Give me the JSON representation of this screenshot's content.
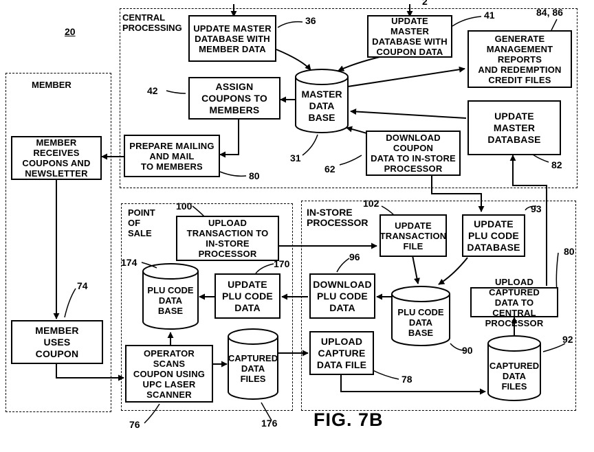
{
  "figure": {
    "label": "FIG. 7B",
    "number": "20"
  },
  "regions": {
    "member": "MEMBER",
    "central": "CENTRAL\nPROCESSING",
    "pos": "POINT\nOF\nSALE",
    "instore": "IN-STORE\nPROCESSOR"
  },
  "boxes": {
    "update_member": "UPDATE MASTER\nDATABASE WITH\nMEMBER DATA",
    "update_coupon": "UPDATE MASTER\nDATABASE WITH\nCOUPON DATA",
    "gen_reports": "GENERATE\nMANAGEMENT REPORTS\nAND REDEMPTION\nCREDIT FILES",
    "assign": "ASSIGN\nCOUPONS TO\nMEMBERS",
    "update_master": "UPDATE\nMASTER\nDATABASE",
    "download_coupon": "DOWNLOAD COUPON\nDATA TO IN-STORE\nPROCESSOR",
    "prepare": "PREPARE MAILING\nAND MAIL\nTO MEMBERS",
    "member_receives": "MEMBER RECEIVES\nCOUPONS AND\nNEWSLETTER",
    "upload_txn": "UPLOAD\nTRANSACTION TO\nIN-STORE PROCESSOR",
    "update_txn_file": "UPDATE\nTRANSACTION\nFILE",
    "update_plu_db": "UPDATE\nPLU CODE\nDATABASE",
    "update_plu_data": "UPDATE\nPLU CODE\nDATA",
    "download_plu": "DOWNLOAD\nPLU CODE\nDATA",
    "upload_captured": "UPLOAD CAPTURED\nDATA TO CENTRAL\nPROCESSOR",
    "member_uses": "MEMBER\nUSES\nCOUPON",
    "operator_scans": "OPERATOR SCANS\nCOUPON USING\nUPC LASER\nSCANNER",
    "upload_capture_file": "UPLOAD\nCAPTURE\nDATA FILE"
  },
  "cylinders": {
    "master_db": "MASTER\nDATA\nBASE",
    "plu_pos": "PLU CODE\nDATA\nBASE",
    "captured_pos": "CAPTURED\nDATA\nFILES",
    "plu_instore": "PLU CODE\nDATA\nBASE",
    "captured_instore": "CAPTURED\nDATA\nFILES"
  },
  "refs": {
    "r36": "36",
    "r41": "41",
    "r8486": "84, 86",
    "r42": "42",
    "r31": "31",
    "r62": "62",
    "r80a": "80",
    "r82": "82",
    "r100": "100",
    "r102": "102",
    "r93": "93",
    "r174": "174",
    "r170": "170",
    "r96": "96",
    "r80b": "80",
    "r74": "74",
    "r90": "90",
    "r92": "92",
    "r78": "78",
    "r76": "76",
    "r176": "176",
    "r2": "2"
  }
}
